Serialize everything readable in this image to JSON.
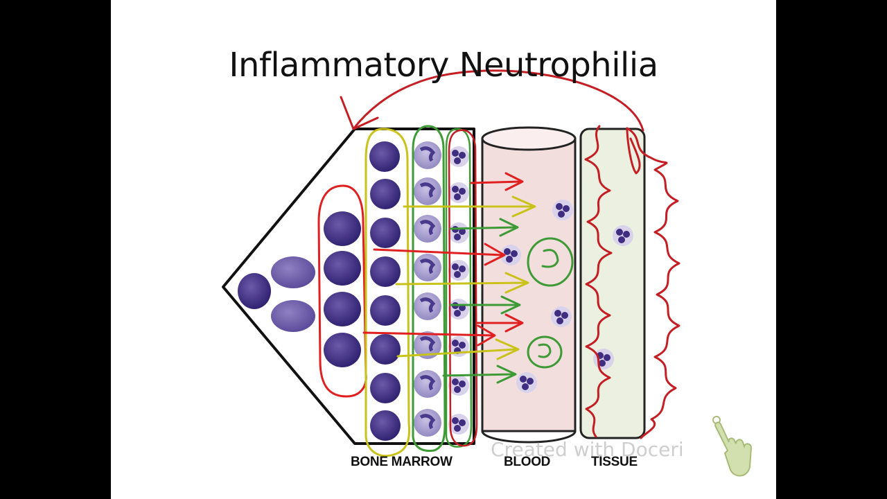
{
  "title": "Inflammatory Neutrophilia",
  "labels": {
    "bone_marrow": "BONE MARROW",
    "blood": "BLOOD",
    "tissue": "TISSUE"
  },
  "watermark": "Created with Doceri",
  "colors": {
    "annotation_red": "#c41e24",
    "annotation_yellow": "#c9c21a",
    "annotation_green": "#3d9a35",
    "blast_cell": "#6b5aa8",
    "nucleus": "#3e2d80",
    "blood_fill": "#f3dede",
    "tissue_fill": "#ecf0e0"
  }
}
